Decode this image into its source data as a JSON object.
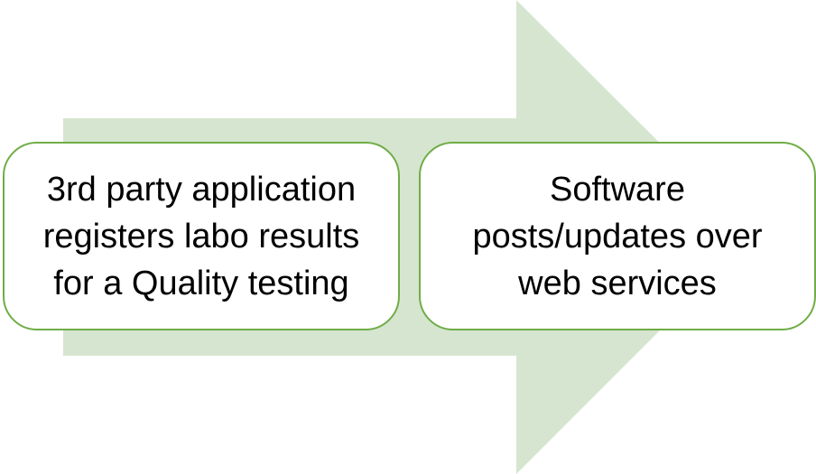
{
  "diagram": {
    "colors": {
      "arrow_fill": "#d6e5cf",
      "box_border": "#70ad47",
      "box_fill": "#ffffff",
      "text": "#000000"
    },
    "steps": [
      {
        "lines": [
          "3rd party application",
          "registers labo results",
          "for a Quality testing"
        ]
      },
      {
        "lines": [
          "Software",
          "posts/updates over",
          "web services"
        ]
      }
    ]
  }
}
